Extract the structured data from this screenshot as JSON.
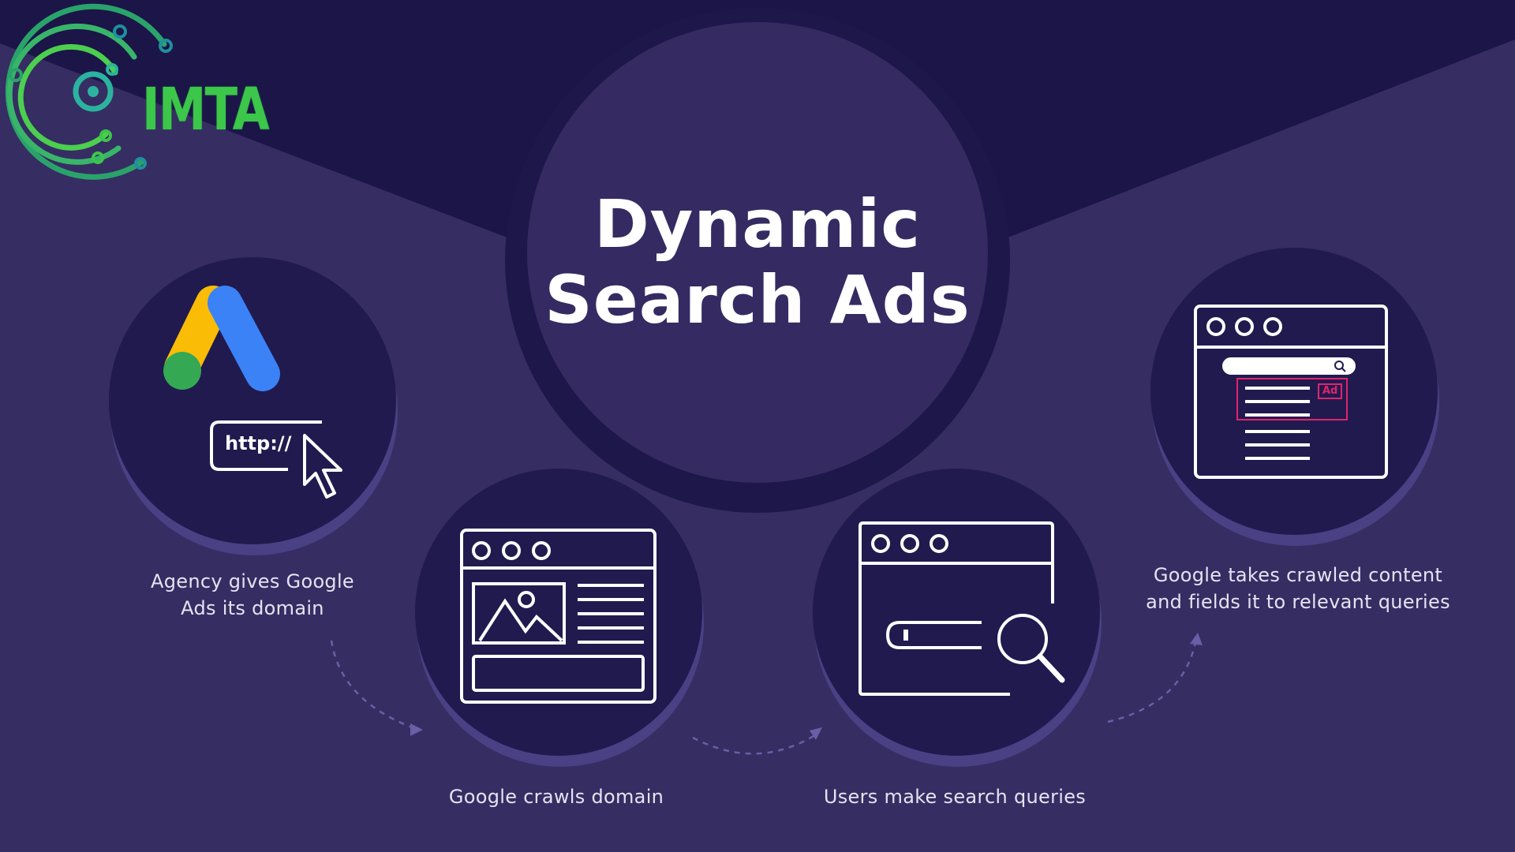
{
  "title": {
    "line1": "Dynamic",
    "line2": "Search Ads"
  },
  "logo": {
    "text": "IMTA",
    "icon": "circuit-c-logo-icon",
    "color": "#3cc64a"
  },
  "steps": [
    {
      "caption_line1": "Agency gives Google",
      "caption_line2": "Ads its domain",
      "icon": "google-ads-icon",
      "url_text": "http://"
    },
    {
      "caption": "Google crawls domain",
      "icon": "webpage-layout-icon"
    },
    {
      "caption": "Users make search queries",
      "icon": "search-browser-icon"
    },
    {
      "caption_line1": "Google takes crawled content",
      "caption_line2": "and fields it to relevant queries",
      "icon": "search-results-ad-icon",
      "ad_label": "Ad"
    }
  ],
  "colors": {
    "background": "#362d63",
    "dark_navy": "#1c1548",
    "circle_fill": "#211a4f",
    "google_blue": "#3b82f6",
    "google_yellow": "#fbbc05",
    "google_green": "#34a853",
    "ad_pink": "#e0246d"
  }
}
